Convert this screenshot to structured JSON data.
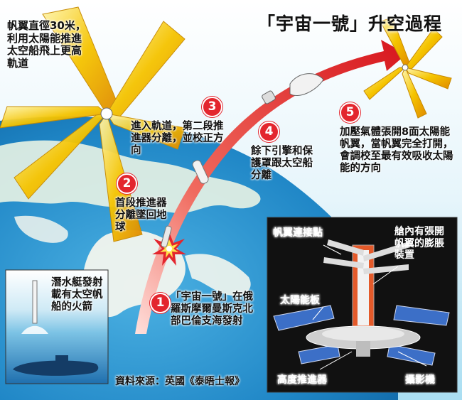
{
  "title": "「宇宙一號」升空過程",
  "sail_caption": "帆翼直徑30米，利用太陽能推進太空船飛上更高軌道",
  "steps": [
    {
      "num": "1",
      "text": "「宇宙一號」在俄羅斯摩爾曼斯克北部巴倫支海發射"
    },
    {
      "num": "2",
      "text": "首段推進器分離墜回地球"
    },
    {
      "num": "3",
      "text": "進入軌道，第二段推進器分離，並校正方向"
    },
    {
      "num": "4",
      "text": "餘下引擎和保護罩跟太空船分離"
    },
    {
      "num": "5",
      "text": "加壓氣體張開8面太陽能帆翼，當帆翼完全打開，會調校至最有效吸收太陽能的方向"
    }
  ],
  "submarine_caption": "潛水艇發射載有太空帆船的火箭",
  "source": "資料來源：英國《泰晤士報》",
  "diagram_labels": {
    "sail_joint": "帆翼連接點",
    "cabin_device": "艙內有張開帆翼的膨脹裝置",
    "solar_panel": "太陽能板",
    "altitude_thruster": "高度推進器",
    "camera": "攝影機"
  },
  "colors": {
    "accent_red": "#e3262e",
    "sky": "#7fd1ef",
    "sea": "#1f86c6",
    "sail_yellow": "#f5c400"
  }
}
